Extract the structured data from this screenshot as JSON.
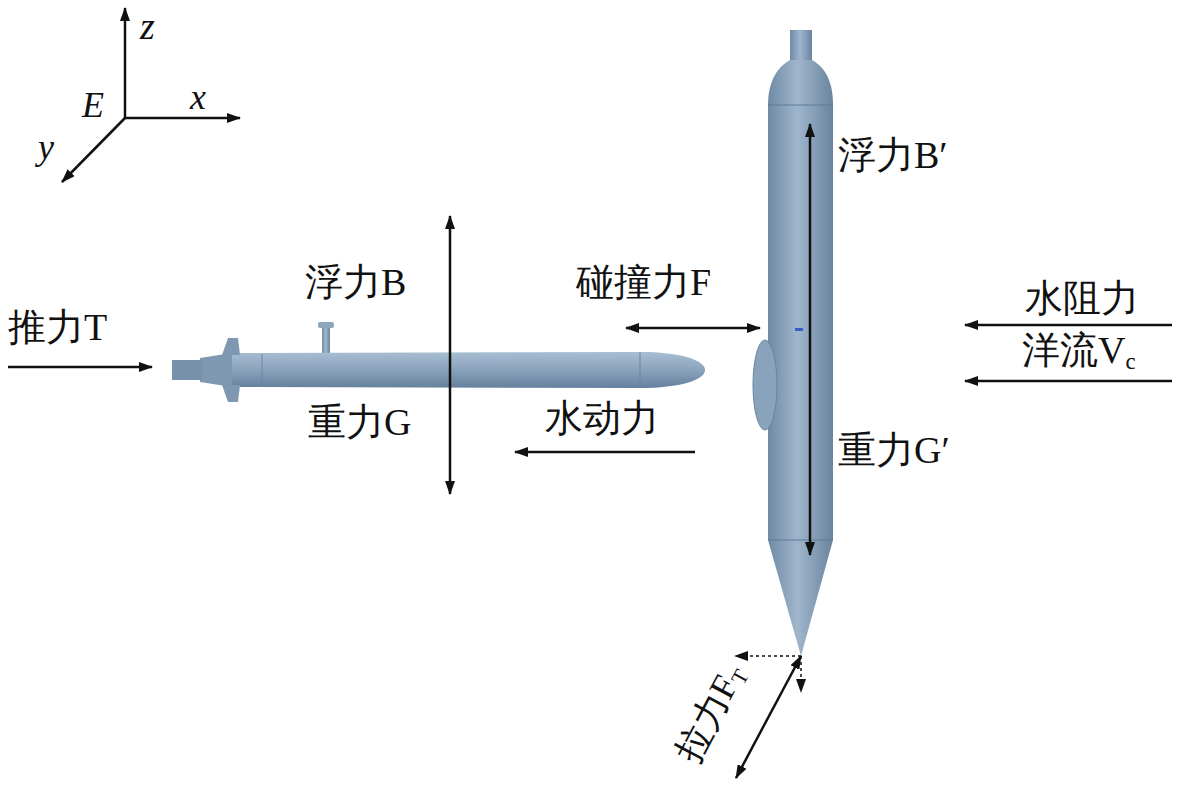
{
  "diagram": {
    "labels": [
      "z",
      "E",
      "x",
      "y",
      "浮力B′",
      "浮力B",
      "碰撞力F",
      "水阻力",
      "洋流V",
      "c",
      "推力T",
      "重力G",
      "水动力",
      "重力G′",
      "拉力F",
      "T"
    ]
  }
}
